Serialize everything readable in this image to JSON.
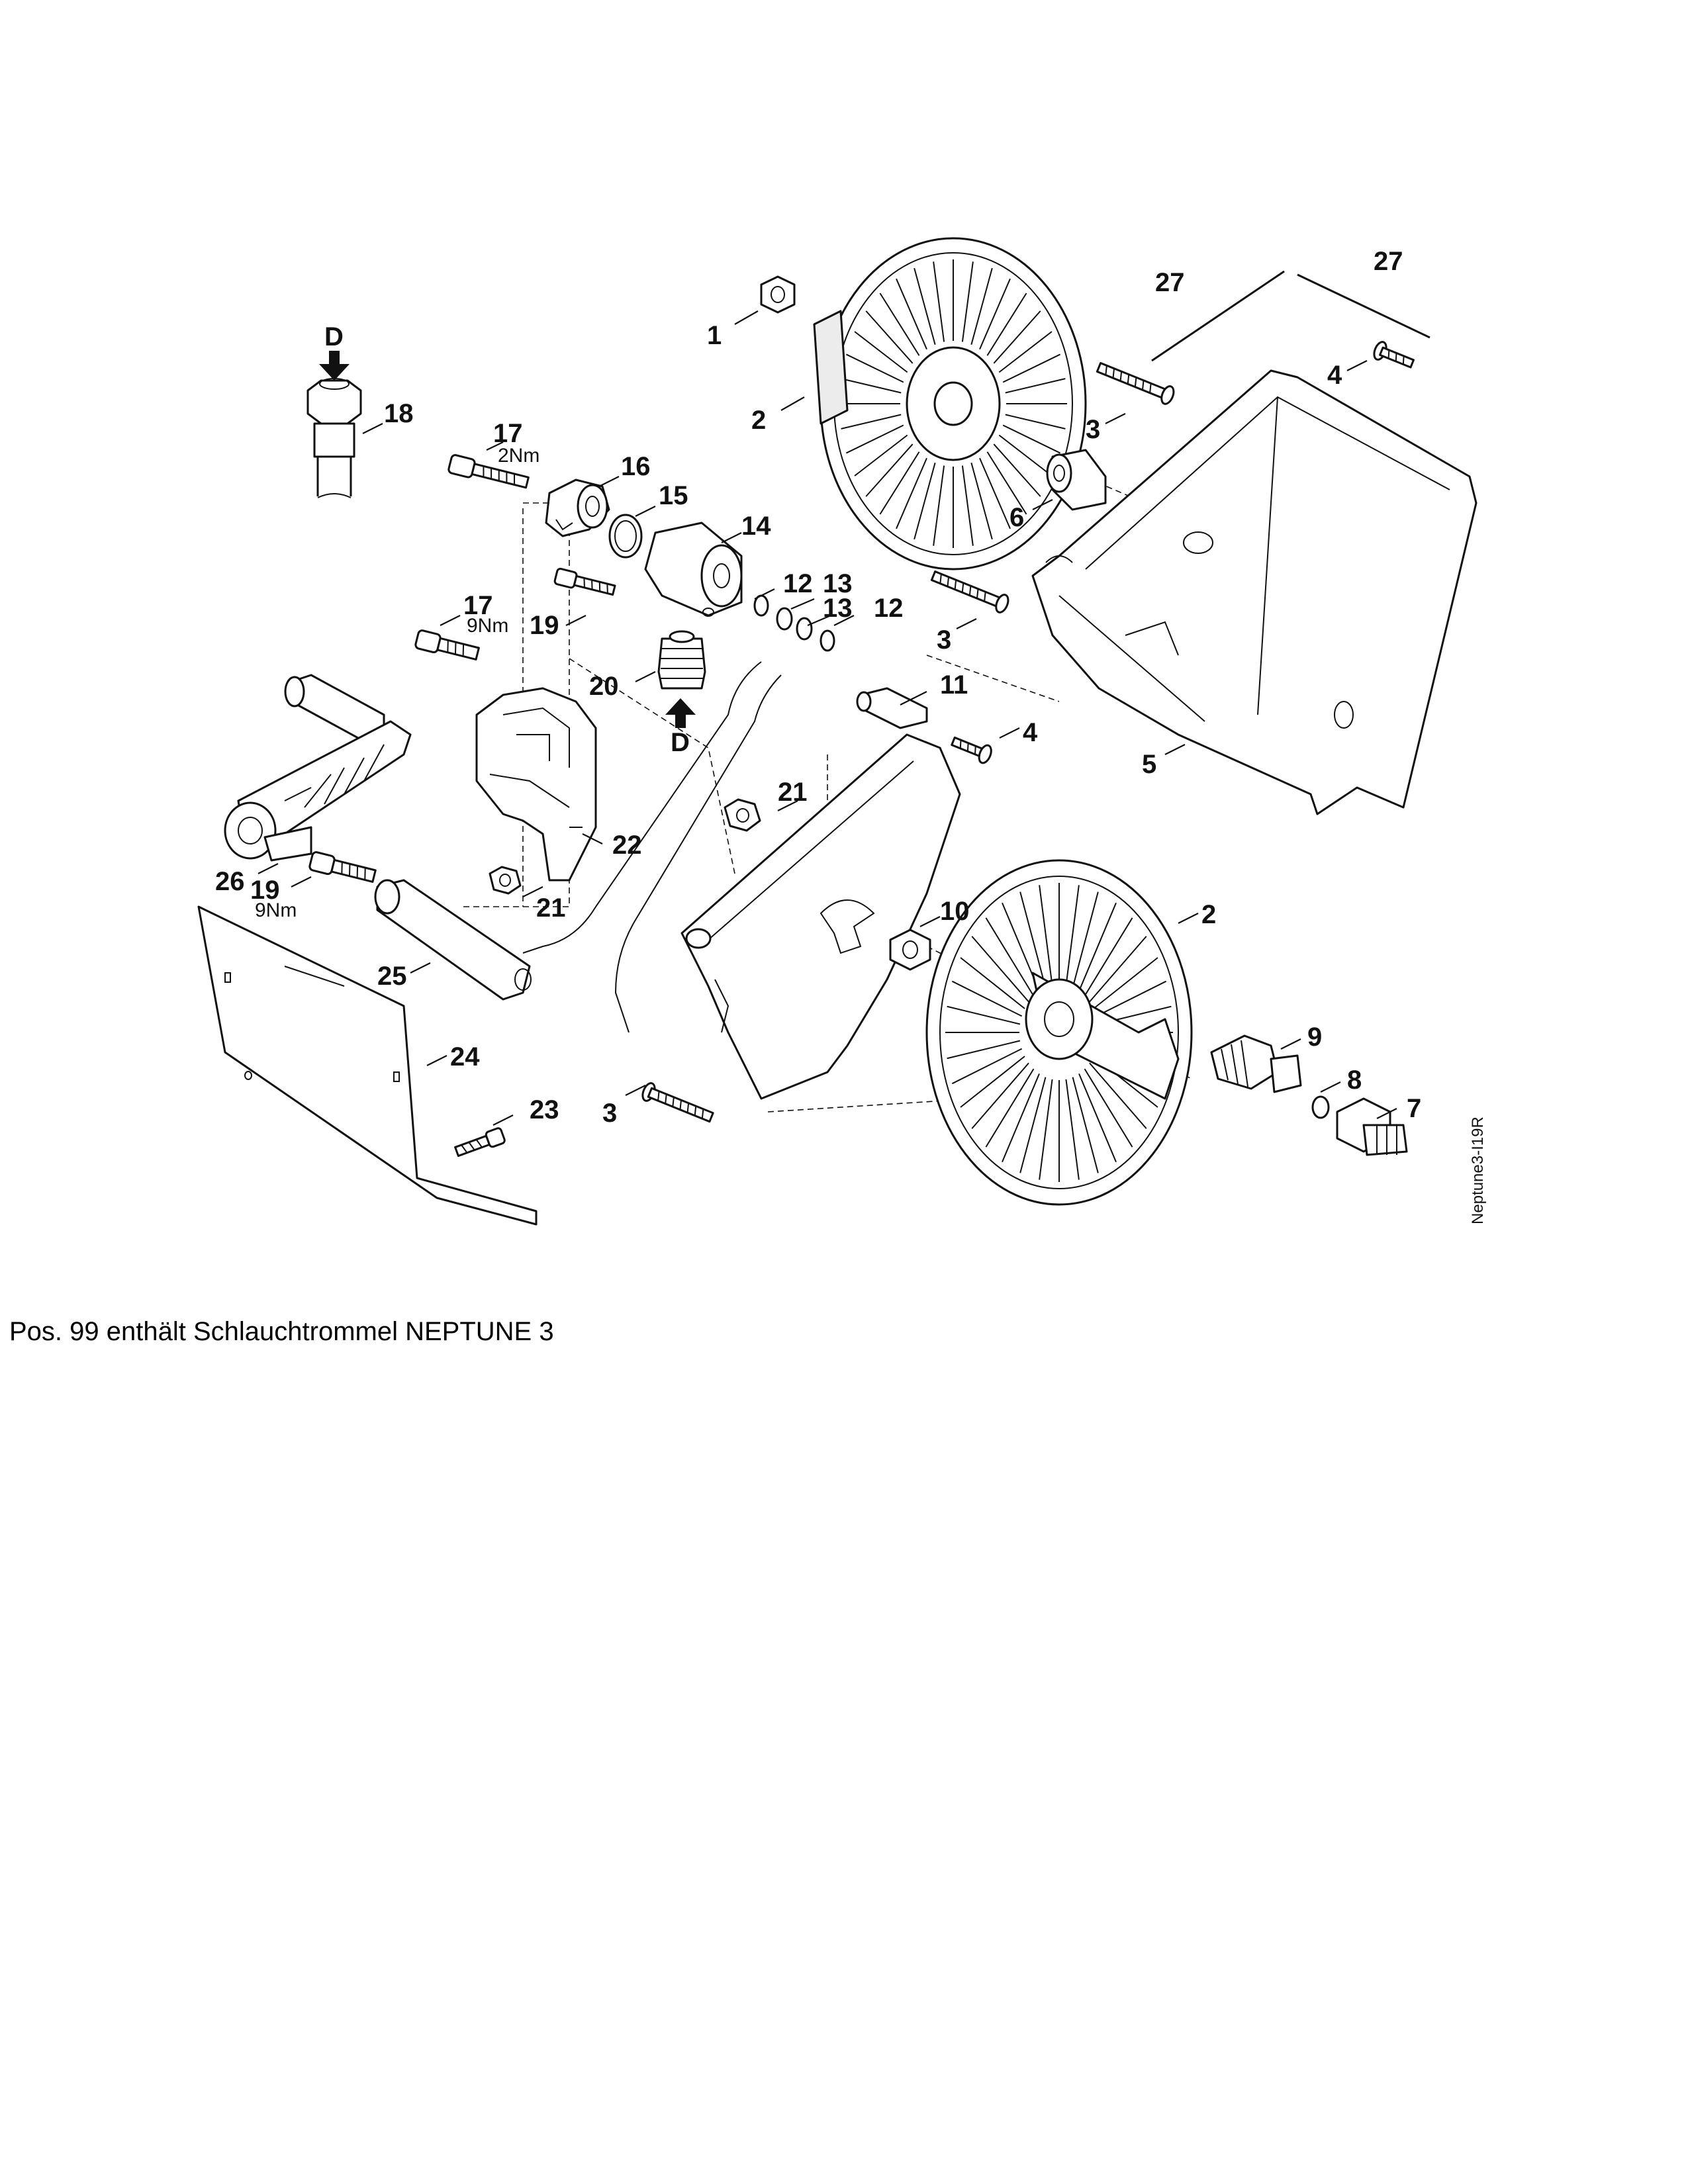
{
  "diagram": {
    "callouts": {
      "c1": "1",
      "c2a": "2",
      "c2b": "2",
      "c3a": "3",
      "c3b": "3",
      "c3c": "3",
      "c4a": "4",
      "c4b": "4",
      "c5": "5",
      "c6": "6",
      "c7": "7",
      "c8": "8",
      "c9": "9",
      "c10": "10",
      "c11": "11",
      "c12a": "12",
      "c12b": "12",
      "c13a": "13",
      "c13b": "13",
      "c14": "14",
      "c15": "15",
      "c16": "16",
      "c17a": "17",
      "c17b": "17",
      "c18": "18",
      "c19a": "19",
      "c19b": "19",
      "c20": "20",
      "c21a": "21",
      "c21b": "21",
      "c22": "22",
      "c23": "23",
      "c24": "24",
      "c25": "25",
      "c26": "26",
      "c27a": "27",
      "c27b": "27",
      "dTop": "D",
      "dBottom": "D"
    },
    "torques": {
      "t17a": "2Nm",
      "t17b": "9Nm",
      "t19b": "9Nm"
    },
    "drawing_id": "Neptune3-I19R"
  },
  "caption": "Pos. 99 enthält Schlauchtrommel NEPTUNE 3"
}
